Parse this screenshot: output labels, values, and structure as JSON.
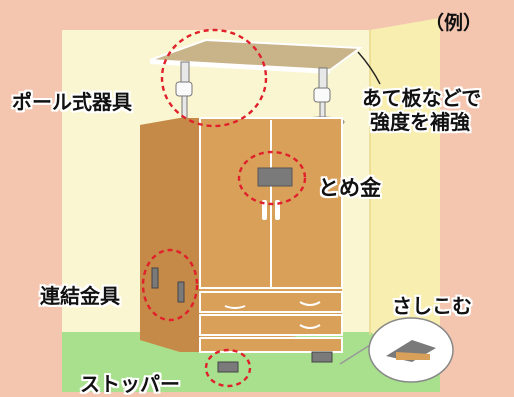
{
  "header": {
    "top_title": "（例）",
    "partial_title": ""
  },
  "labels": {
    "example": "（例）",
    "pole": "ポール式器具",
    "plate_line1": "あて板などで",
    "plate_line2": "強度を補強",
    "latch": "とめ金",
    "connector": "連結金具",
    "wedge": "さしこむ",
    "stopper": "ストッパー"
  },
  "colors": {
    "background": "#f4c6b0",
    "wall_back": "#fbf6d2",
    "wall_side": "#f7eeb0",
    "floor": "#a8e08e",
    "cabinet": "#d9a05a",
    "cabinet_dark": "#b9803f",
    "circle": "#e0202a",
    "ceiling": "#fbf6d2"
  },
  "icons": [
    "pole-fixture-icon",
    "latch-icon",
    "connector-icon",
    "stopper-icon",
    "wedge-icon"
  ]
}
